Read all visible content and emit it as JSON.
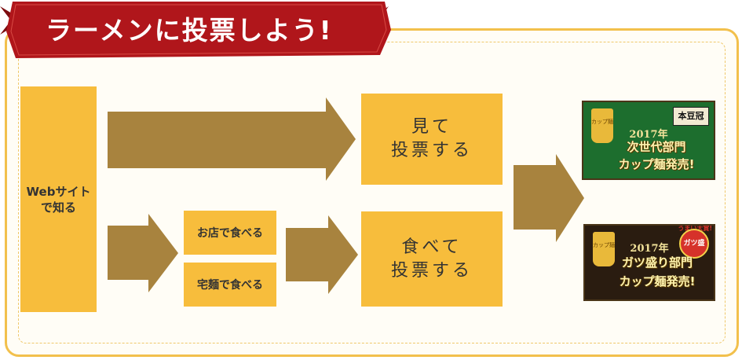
{
  "banner": {
    "title": "ラーメンに投票しよう!"
  },
  "flow": {
    "source": "Webサイト\n で知る",
    "eat_in_store": "お店で食べる",
    "eat_delivery": "宅麺で食べる",
    "vote_by_viewing": "見て\n投票する",
    "vote_by_eating": "食べて\n投票する"
  },
  "products": [
    {
      "cup_label": "カップ麺",
      "seal": "本豆冠",
      "year": "2017年",
      "line1": "次世代部門",
      "line2": "カップ麺発売!"
    },
    {
      "cup_label": "カップ麺",
      "badge_caption": "うまい大賞!",
      "badge": "ガツ盛",
      "year": "2017年",
      "line1": "ガツ盛り部門",
      "line2": "カップ麺発売!"
    }
  ],
  "colors": {
    "banner_red": "#b0161b",
    "panel_border": "#f2c04c",
    "box_fill": "#f7bd3c",
    "arrow_fill": "#a8833e",
    "green_card": "#1d6e2e",
    "black_card": "#2a1c10"
  }
}
